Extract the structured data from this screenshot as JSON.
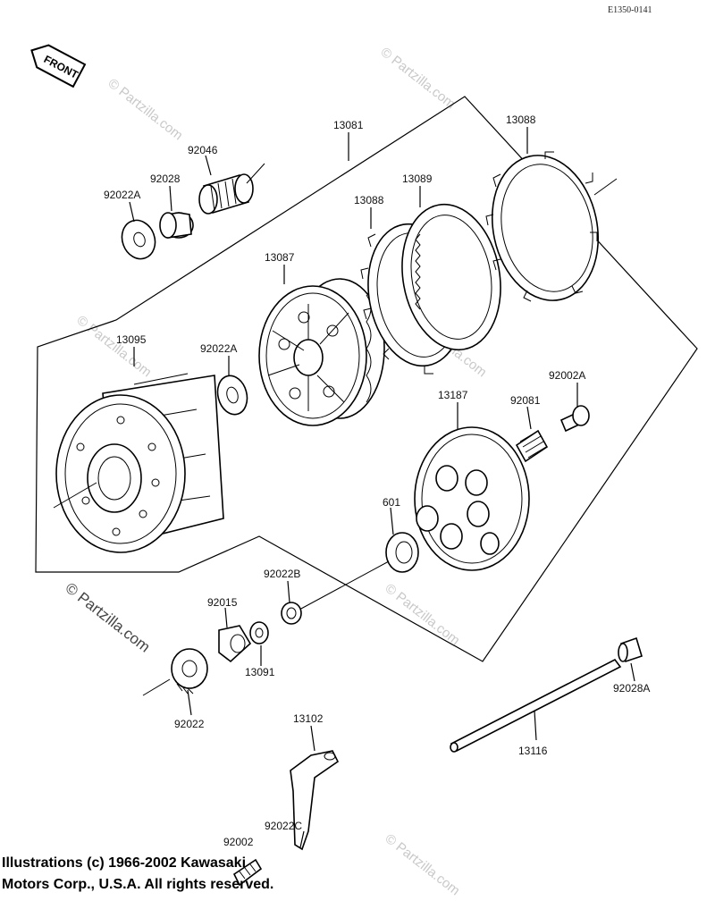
{
  "diagram_code": "E1350-0141",
  "front_tag": "FRONT",
  "watermark": "© Partzilla.com",
  "copyright_line1": "Illustrations (c) 1966-2002 Kawasaki",
  "copyright_line2": "Motors Corp., U.S.A.  All rights reserved.",
  "parts": [
    {
      "id": "p13081",
      "label": "13081"
    },
    {
      "id": "p13088a",
      "label": "13088"
    },
    {
      "id": "p13089",
      "label": "13089"
    },
    {
      "id": "p13088b",
      "label": "13088"
    },
    {
      "id": "p92046",
      "label": "92046"
    },
    {
      "id": "p92028",
      "label": "92028"
    },
    {
      "id": "p92022A_top",
      "label": "92022A"
    },
    {
      "id": "p13087",
      "label": "13087"
    },
    {
      "id": "p13095",
      "label": "13095"
    },
    {
      "id": "p92022A_mid",
      "label": "92022A"
    },
    {
      "id": "p92002A",
      "label": "92002A"
    },
    {
      "id": "p13187",
      "label": "13187"
    },
    {
      "id": "p92081",
      "label": "92081"
    },
    {
      "id": "p601",
      "label": "601"
    },
    {
      "id": "p92022B",
      "label": "92022B"
    },
    {
      "id": "p92015",
      "label": "92015"
    },
    {
      "id": "p13091",
      "label": "13091"
    },
    {
      "id": "p92022",
      "label": "92022"
    },
    {
      "id": "p13102",
      "label": "13102"
    },
    {
      "id": "p13116",
      "label": "13116"
    },
    {
      "id": "p92028A",
      "label": "92028A"
    },
    {
      "id": "p92022C",
      "label": "92022C"
    },
    {
      "id": "p92002",
      "label": "92002"
    }
  ]
}
